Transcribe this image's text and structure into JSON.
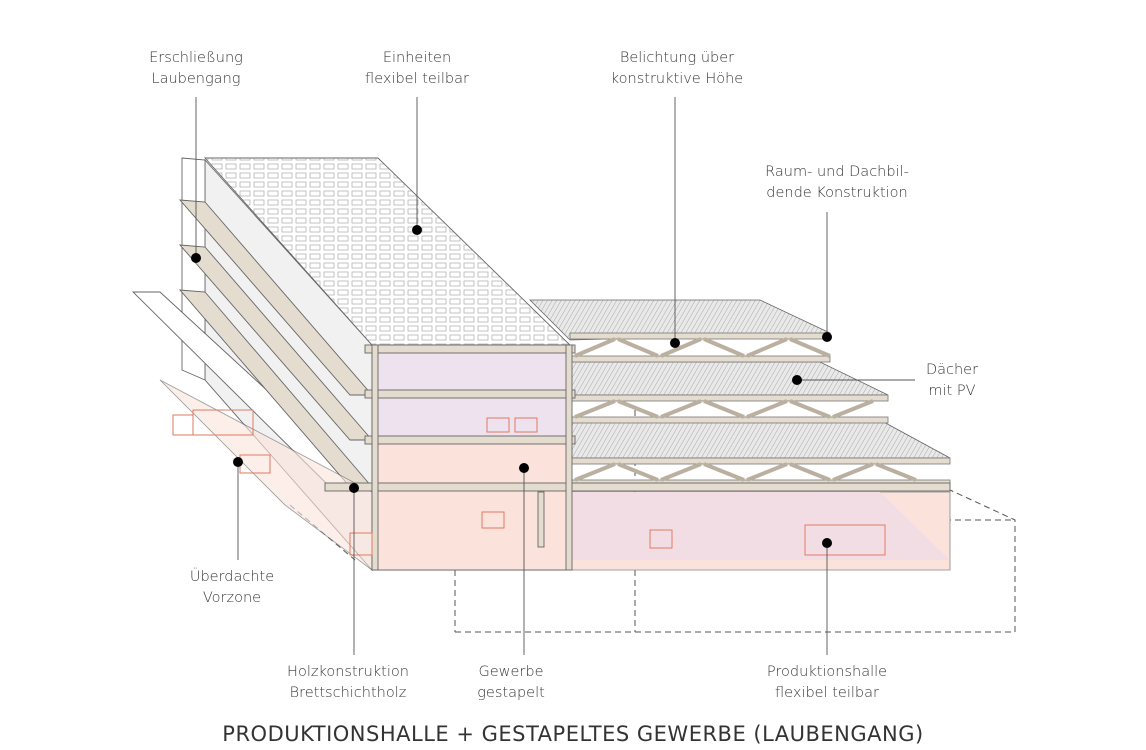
{
  "labels": {
    "erschliessung": [
      "Erschließung",
      "Laubengang"
    ],
    "einheiten": [
      "Einheiten",
      "flexibel teilbar"
    ],
    "belichtung": [
      "Belichtung über",
      "konstruktive Höhe"
    ],
    "raum": [
      "Raum- und Dachbil-",
      "dende Konstruktion"
    ],
    "daecher": [
      "Dächer",
      "mit PV"
    ],
    "vorzone": [
      "Überdachte",
      "Vorzone"
    ],
    "holz": [
      "Holzkonstruktion",
      "Brettschichtholz"
    ],
    "gewerbe": [
      "Gewerbe",
      "gestapelt"
    ],
    "produktion": [
      "Produktionshalle",
      "flexibel teilbar"
    ]
  },
  "title": "PRODUKTIONSHALLE + GESTAPELTES GEWERBE (LAUBENGANG)",
  "colors": {
    "timber": "#e3dccf",
    "lilac": "#eee2ee",
    "pink": "#fbe3dc",
    "accent": "#e07a62",
    "line": "#555555"
  }
}
